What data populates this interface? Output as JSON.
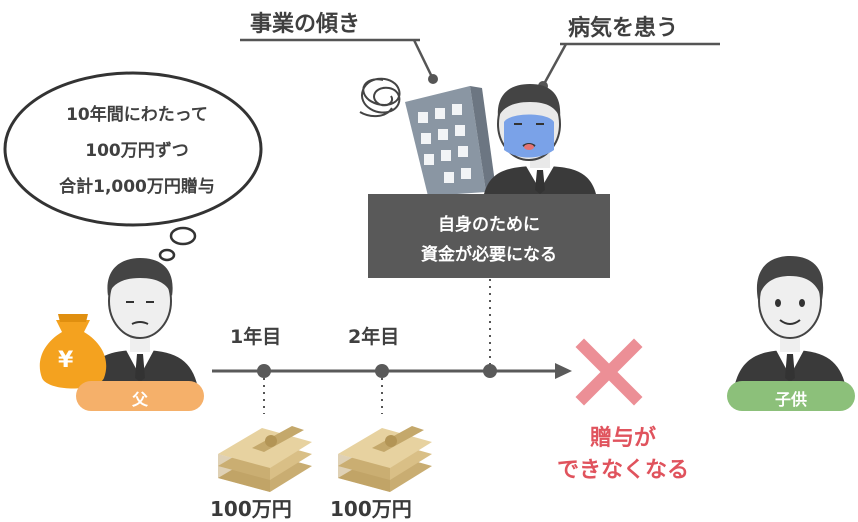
{
  "thought": {
    "line1": "10年間にわたって",
    "line2": "100万円ずつ",
    "line3": "合計1,000万円贈与"
  },
  "headings": {
    "business": "事業の傾き",
    "illness": "病気を患う"
  },
  "banner": {
    "line1": "自身のために",
    "line2": "資金が必要になる"
  },
  "years": [
    "1年目",
    "2年目"
  ],
  "amounts": [
    "100万円",
    "100万円"
  ],
  "money_bag_symbol": "¥",
  "father_label": "父",
  "child_label": "子供",
  "result": {
    "line1": "贈与が",
    "line2": "できなくなる"
  },
  "colors": {
    "father_badge": "#f5b06a",
    "child_badge": "#8cc07a",
    "banner": "#595959",
    "cross": "#ec8f96",
    "result_text": "#e0535d",
    "money_bag": "#f4a21f"
  }
}
